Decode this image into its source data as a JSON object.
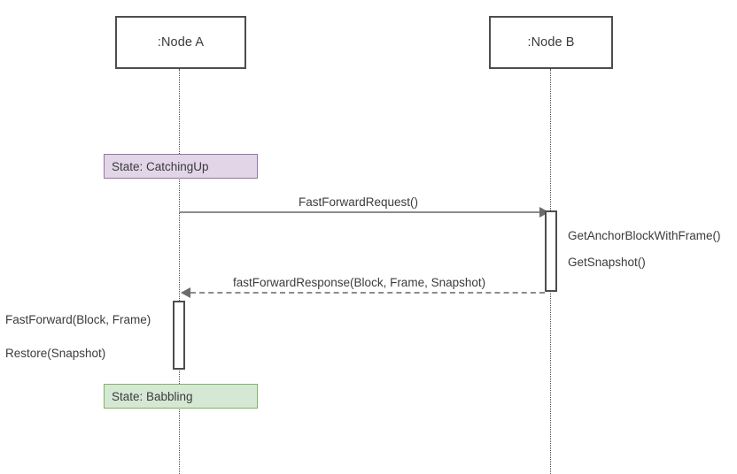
{
  "diagram": {
    "type": "sequence-diagram",
    "participants": [
      {
        "id": "node-a",
        "label": ":Node A"
      },
      {
        "id": "node-b",
        "label": ":Node B"
      }
    ],
    "states": [
      {
        "id": "state-catching-up",
        "label": "State: CatchingUp",
        "fill": "#e1d5e7",
        "border": "#9673a6",
        "on": "node-a"
      },
      {
        "id": "state-babbling",
        "label": "State: Babbling",
        "fill": "#d5e8d4",
        "border": "#82b366",
        "on": "node-a"
      }
    ],
    "messages": [
      {
        "id": "msg-fast-forward-request",
        "label": "FastForwardRequest()",
        "style": "solid",
        "direction": "right",
        "from": "node-a",
        "to": "node-b"
      },
      {
        "id": "msg-fast-forward-response",
        "label": "fastForwardResponse(Block, Frame, Snapshot)",
        "style": "dashed",
        "direction": "left",
        "from": "node-b",
        "to": "node-a"
      }
    ],
    "self_calls": [
      {
        "id": "call-get-anchor-block-with-frame",
        "label": "GetAnchorBlockWithFrame()",
        "on": "node-b"
      },
      {
        "id": "call-get-snapshot",
        "label": "GetSnapshot()",
        "on": "node-b"
      },
      {
        "id": "call-fast-forward",
        "label": "FastForward(Block, Frame)",
        "on": "node-a"
      },
      {
        "id": "call-restore",
        "label": "Restore(Snapshot)",
        "on": "node-a"
      }
    ],
    "colors": {
      "line": "#4d4d4d",
      "message_line": "#8c8c8c",
      "text": "#3b3b3b",
      "background": "#ffffff"
    }
  }
}
